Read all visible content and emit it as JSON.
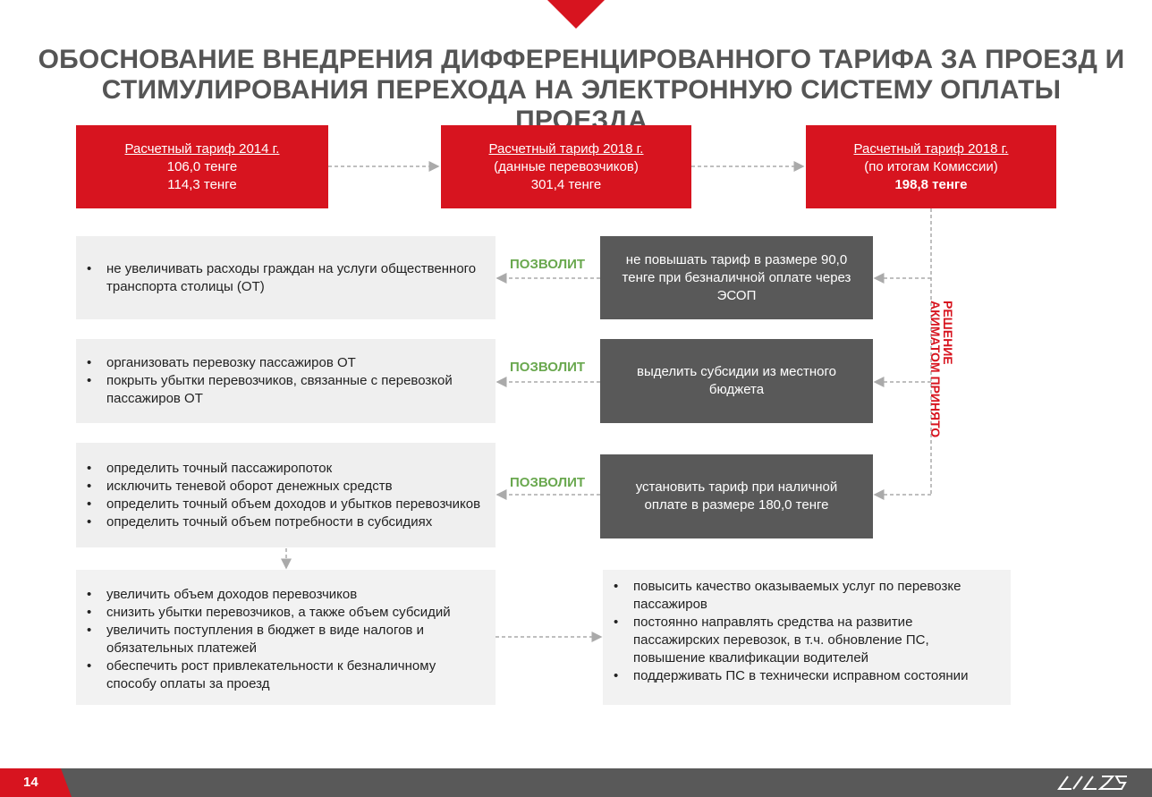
{
  "title": "ОБОСНОВАНИЕ ВНЕДРЕНИЯ ДИФФЕРЕНЦИРОВАННОГО ТАРИФА ЗА ПРОЕЗД И СТИМУЛИРОВАНИЯ ПЕРЕХОДА НА ЭЛЕКТРОННУЮ СИСТЕМУ ОПЛАТЫ ПРОЕЗДА",
  "tariffs": [
    {
      "heading": "Расчетный тариф 2014 г.",
      "line1": "106,0 тенге",
      "line2": "114,3 тенге"
    },
    {
      "heading": "Расчетный тариф 2018 г.",
      "line1": "(данные перевозчиков)",
      "line2": "301,4 тенге"
    },
    {
      "heading": "Расчетный тариф 2018 г.",
      "line1": "(по итогам Комиссии)",
      "line2": "198,8 тенге"
    }
  ],
  "decision_label": {
    "line1": "РЕШЕНИЕ",
    "line2": "АКИМАТОМ ПРИНЯТО"
  },
  "allow_label": "ПОЗВОЛИТ",
  "measures": [
    "не повышать тариф в размере 90,0 тенге при безналичной оплате через ЭСОП",
    "выделить субсидии из местного бюджета",
    "установить тариф при наличной оплате в размере 180,0 тенге"
  ],
  "outcomes": [
    [
      "не увеличивать расходы граждан на услуги общественного транспорта  столицы (ОТ)"
    ],
    [
      "организовать перевозку пассажиров ОТ",
      "покрыть убытки перевозчиков, связанные с перевозкой пассажиров ОТ"
    ],
    [
      "определить точный пассажиропоток",
      "исключить теневой оборот денежных средств",
      "определить точный объем доходов и убытков перевозчиков",
      "определить точный объем потребности в субсидиях"
    ]
  ],
  "result_left": [
    "увеличить объем  доходов перевозчиков",
    "снизить убытки перевозчиков, а также объем субсидий",
    "увеличить поступления в бюджет в виде налогов и обязательных платежей",
    "обеспечить рост привлекательности к безналичному способу оплаты за проезд"
  ],
  "result_right": [
    "повысить качество оказываемых услуг по перевозке пассажиров",
    "постоянно направлять средства на развитие пассажирских перевозок, в т.ч. обновление ПС, повышение квалификации водителей",
    "поддерживать ПС в технически исправном состоянии"
  ],
  "page_number": "14",
  "colors": {
    "accent_red": "#d7141f",
    "dark_gray": "#595959",
    "light_gray": "#efefef",
    "green": "#6aa84f"
  }
}
